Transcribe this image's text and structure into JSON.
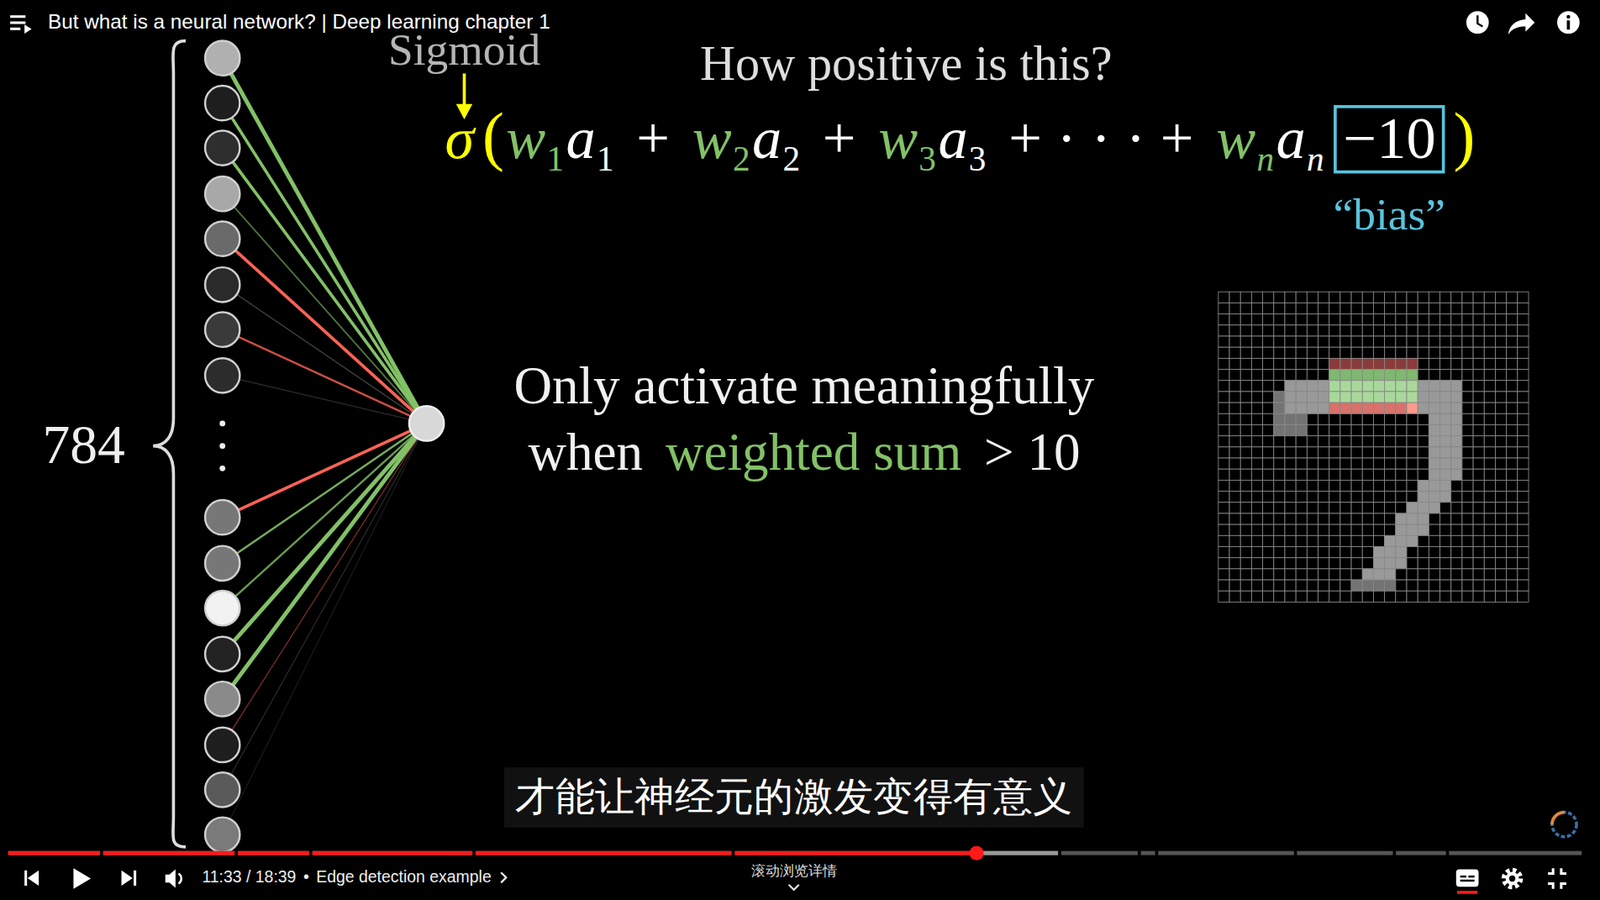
{
  "diagram": {
    "title": "But what is a neural network? | Deep learning chapter 1",
    "nodes": [
      {
        "text": [
          "−10"
        ]
      },
      {
        "text": [
          "才能让神经元的激发变得有意义"
        ]
      }
    ],
    "labels": [
      "Sigmoid",
      "How positive is this?",
      "σ",
      "(",
      "w",
      "1",
      "a",
      "1",
      "+",
      "w",
      "2",
      "a",
      "2",
      "+",
      "w",
      "3",
      "a",
      "3",
      "+ · · · +",
      "w",
      "n",
      "a",
      "n",
      ")",
      "“bias”",
      "784",
      "Only activate meaningfully",
      "when",
      "weighted sum",
      "> 10",
      "11:33 / 18:39",
      "•",
      "Edge detection example",
      "滚动浏览详情"
    ]
  }
}
